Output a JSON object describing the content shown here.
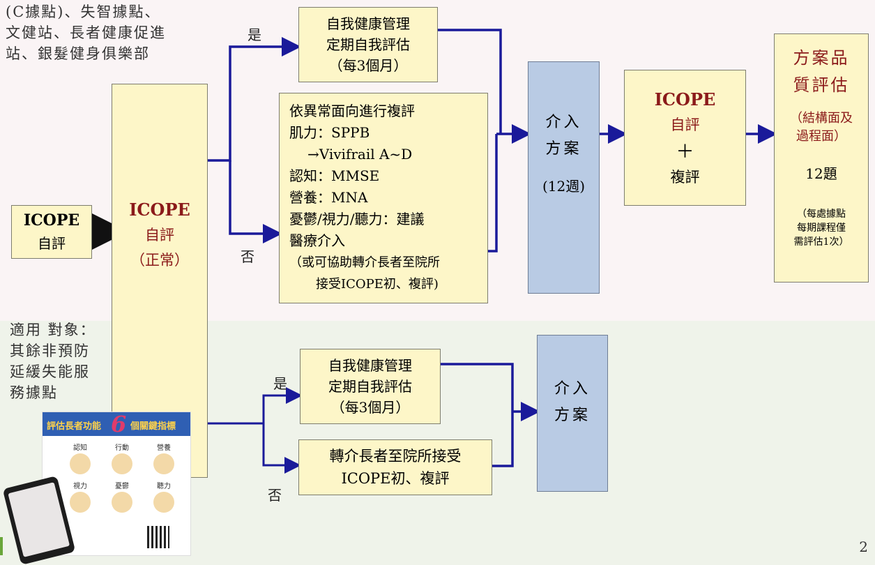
{
  "colors": {
    "top_band": "#faf4f5",
    "bottom_band": "#eff3ea",
    "box_fill": "#fdf6c8",
    "blue_box_fill": "#b9cbe4",
    "arrow": "#1a1a9a",
    "emphasis_red": "#8b1a1a"
  },
  "top_note": "(C據點)、失智據點、\n文健站、長者健康促進\n站、銀髮健身俱樂部",
  "bottom_note": "適用 對象：\n其餘非預防\n延緩失能服\n務據點",
  "start_box": {
    "title": "ICOPE",
    "sub": "自評"
  },
  "normal_box": {
    "title": "ICOPE",
    "sub": "自評",
    "paren": "（正常）"
  },
  "top": {
    "yes_label": "是",
    "no_label": "否",
    "self_mgmt": {
      "line1": "自我健康管理",
      "line2": "定期自我評估",
      "line3": "（每3個月）"
    },
    "reassess": {
      "l1": "依異常面向進行複評",
      "l2": "肌力：SPPB",
      "l3": "→Vivifrail A~D",
      "l4": "認知：MMSE",
      "l5": "營養：MNA",
      "l6": "憂鬱/視力/聽力：建議",
      "l7": "醫療介入",
      "l8": "（或可協助轉介長者至院所",
      "l9": "接受ICOPE初、複評)"
    },
    "intervention": {
      "line1": "介入",
      "line2": "方案",
      "line3": "(12週)"
    },
    "icope_review": {
      "title": "ICOPE",
      "line2": "自評",
      "plus": "＋",
      "line4": "複評"
    },
    "quality": {
      "line1": "方案品",
      "line2": "質評估",
      "line3": "（結構面及",
      "line4": "過程面）",
      "line5": "12題",
      "line6": "（每處據點",
      "line7": "每期課程僅",
      "line8": "需評估1次）"
    }
  },
  "bottom": {
    "yes_label": "是",
    "no_label": "否",
    "self_mgmt": {
      "line1": "自我健康管理",
      "line2": "定期自我評估",
      "line3": "（每3個月）"
    },
    "referral": {
      "line1": "轉介長者至院所接受",
      "line2": "ICOPE初、複評"
    },
    "intervention": {
      "line1": "介入",
      "line2": "方案"
    }
  },
  "poster": {
    "title": "評估長者功能",
    "number": "6",
    "suffix": "個關鍵指標",
    "cells": [
      "認知",
      "行動",
      "營養",
      "視力",
      "憂鬱",
      "聽力"
    ]
  },
  "page_number": "2"
}
